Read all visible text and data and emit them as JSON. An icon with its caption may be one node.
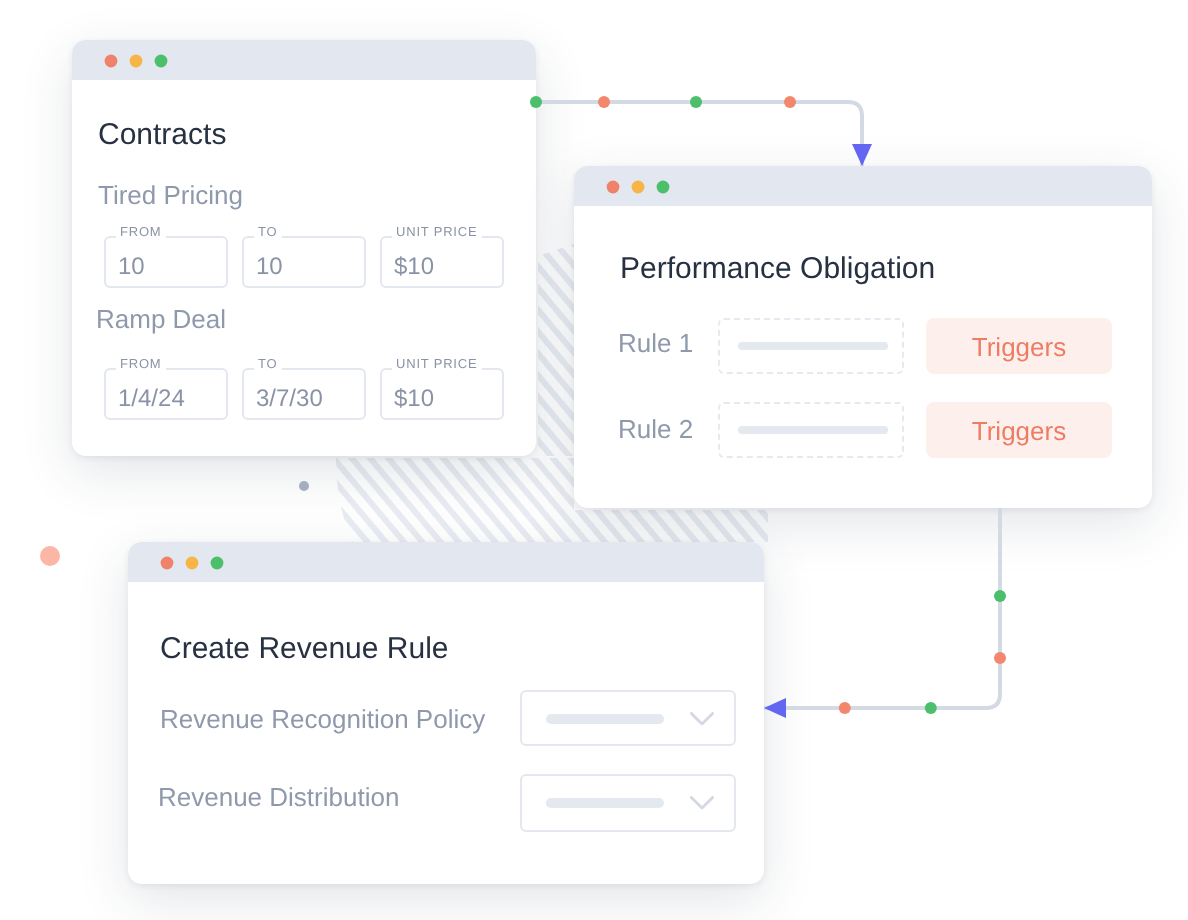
{
  "diagram": {
    "nodes": [
      {
        "text": [
          "Contracts",
          "Tired Pricing",
          "Ramp Deal"
        ]
      },
      {
        "text": [
          "FROM",
          "10"
        ],
        "in": 0
      },
      {
        "text": [
          "TO",
          "10"
        ],
        "in": 0
      },
      {
        "text": [
          "UNIT PRICE",
          "$10"
        ],
        "in": 0
      },
      {
        "text": [
          "FROM",
          "1/4/24"
        ],
        "in": 0
      },
      {
        "text": [
          "TO",
          "3/7/30"
        ],
        "in": 0
      },
      {
        "text": [
          "UNIT PRICE",
          "$10"
        ],
        "in": 0
      },
      {
        "text": [
          "Performance Obligation",
          "Rule 1",
          "Rule 2"
        ]
      },
      {
        "text": [],
        "shape": "box",
        "in": 7
      },
      {
        "text": [
          "Triggers"
        ],
        "in": 7
      },
      {
        "text": [],
        "shape": "box",
        "in": 7
      },
      {
        "text": [
          "Triggers"
        ],
        "in": 7
      },
      {
        "text": [
          "Create Revenue Rule",
          "Revenue Recognition Policy",
          "Revenue Distribution"
        ]
      },
      {
        "text": [],
        "shape": "box",
        "in": 12
      },
      {
        "text": [],
        "shape": "box",
        "in": 12
      }
    ],
    "edges": [
      {
        "from": 0,
        "to": 7,
        "arrow": "to"
      },
      {
        "from": 7,
        "to": 12,
        "arrow": "to"
      }
    ]
  }
}
